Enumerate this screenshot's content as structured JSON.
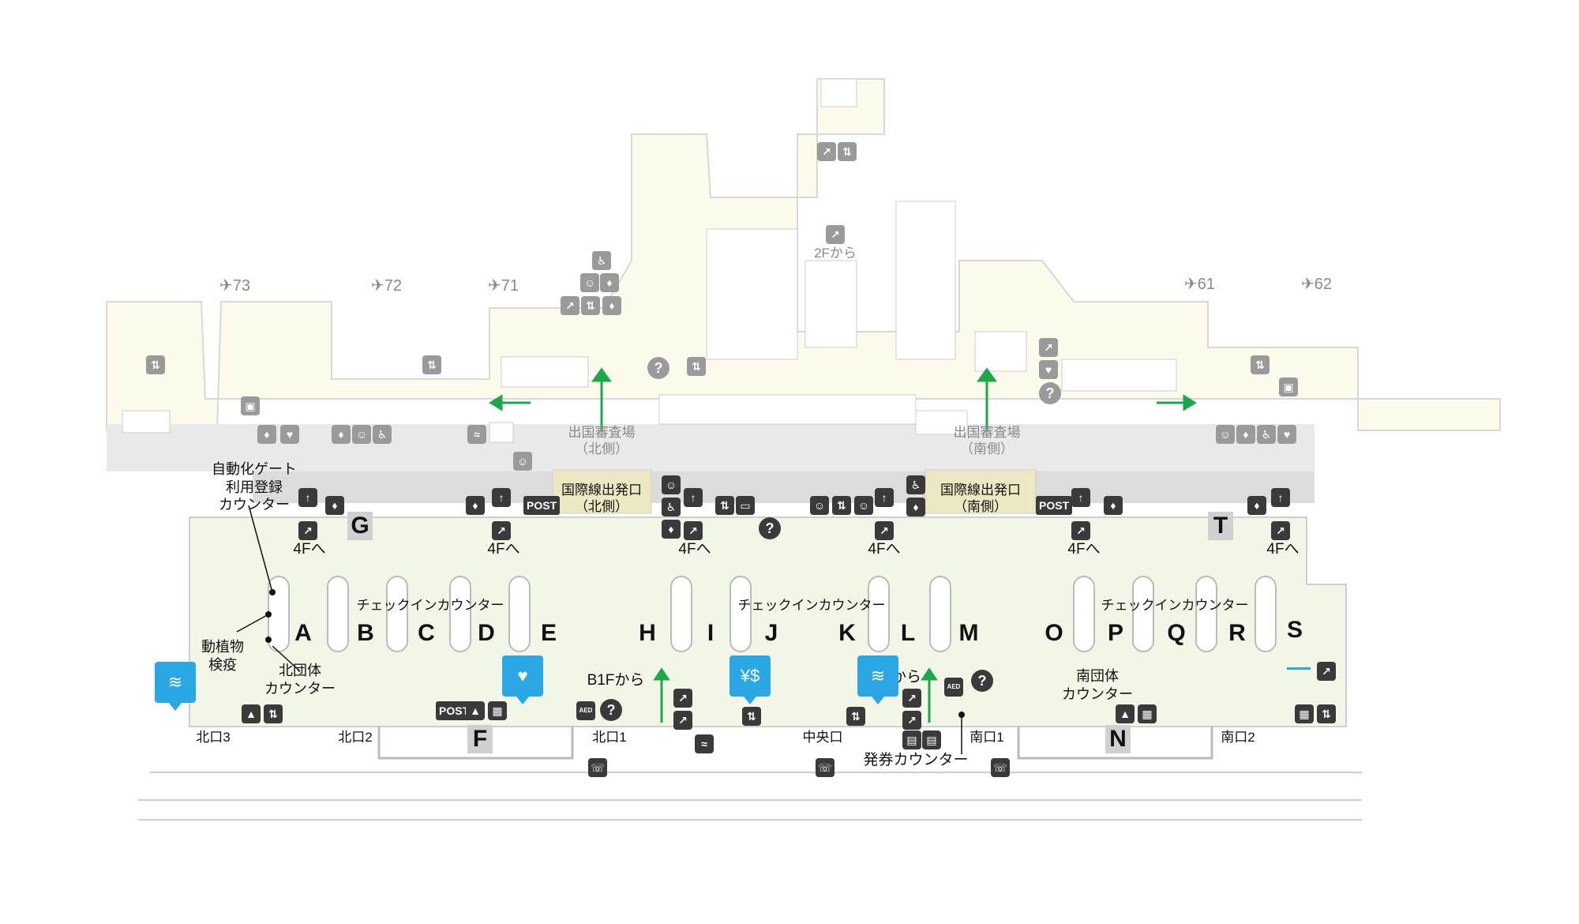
{
  "gates": {
    "g73": "73",
    "g72": "72",
    "g71": "71",
    "g61": "61",
    "g62": "62"
  },
  "labels": {
    "emig_north": "出国審査場\n（北側）",
    "emig_south": "出国審査場\n（南側）",
    "dep_north": "国際線出発口\n（北側）",
    "dep_south": "国際線出発口\n（南側）",
    "from_2f": "2Fから",
    "auto_gate": "自動化ゲート\n利用登録\nカウンター",
    "to_4f": "4Fへ",
    "checkin": "チェックインカウンター",
    "quarantine": "動植物\n検疫",
    "north_group": "北団体\nカウンター",
    "south_group": "南団体\nカウンター",
    "from_b1f": "B1Fから",
    "kara": "から",
    "ticket_counter": "発券カウンター",
    "exit_n3": "北口3",
    "exit_n2": "北口2",
    "exit_n1": "北口1",
    "exit_central": "中央口",
    "exit_s1": "南口1",
    "exit_s2": "南口2",
    "post": "POST",
    "aed": "AED",
    "help": "?"
  },
  "zones": [
    "A",
    "B",
    "C",
    "D",
    "E",
    "F",
    "G",
    "H",
    "I",
    "J",
    "K",
    "L",
    "M",
    "N",
    "O",
    "P",
    "Q",
    "R",
    "S",
    "T"
  ],
  "icons": {
    "plane": "plane-icon",
    "escalator": "escalator-icon",
    "elevator": "elevator-icon",
    "restroom": "restroom-icon",
    "wheelchair": "wheelchair-icon",
    "smoking": "smoking-icon",
    "wifi": "wifi-icon",
    "exchange": "currency-exchange-icon",
    "heart": "heart-icon",
    "phone": "phone-icon"
  },
  "colors": {
    "floor": "#f2f6e6",
    "airside": "#fbfaeb",
    "wall": "#cfcfcf",
    "green_arrow": "#19a84a",
    "blue_accent": "#2aa8e6",
    "icon_dark": "#3a3a3a"
  }
}
